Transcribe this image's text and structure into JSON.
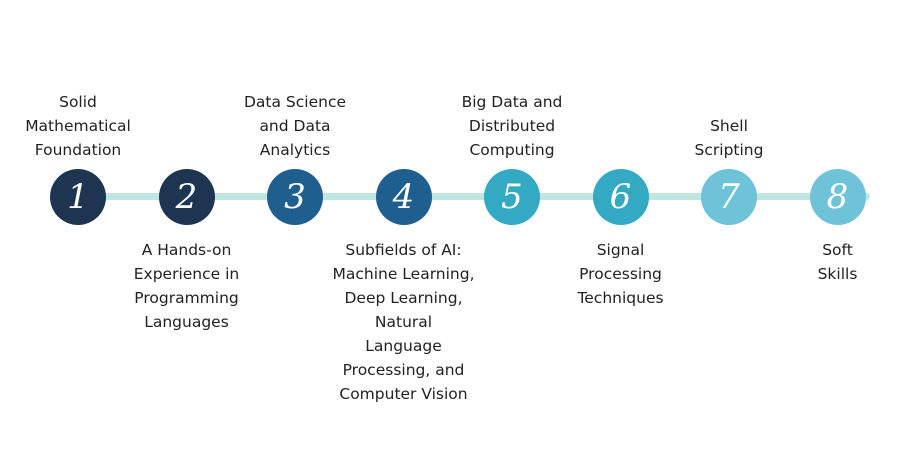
{
  "colors": {
    "connector": "#bfe6e1",
    "dark_navy": "#1d3550",
    "deep_blue": "#1f5f8f",
    "teal": "#34a9c4",
    "light_teal": "#6fc3d8"
  },
  "steps": [
    {
      "number": "1",
      "label": "Solid\nMathematical\nFoundation",
      "position": "above",
      "color": "#1d3550"
    },
    {
      "number": "2",
      "label": "A Hands-on\nExperience in\nProgramming\nLanguages",
      "position": "below",
      "color": "#1d3550"
    },
    {
      "number": "3",
      "label": "Data Science\nand Data\nAnalytics",
      "position": "above",
      "color": "#1f5f8f"
    },
    {
      "number": "4",
      "label": "Subfields of AI:\nMachine Learning,\nDeep Learning,\nNatural\nLanguage\nProcessing, and\nComputer Vision",
      "position": "below",
      "color": "#1f5f8f"
    },
    {
      "number": "5",
      "label": "Big Data and\nDistributed\nComputing",
      "position": "above",
      "color": "#34a9c4"
    },
    {
      "number": "6",
      "label": "Signal\nProcessing\nTechniques",
      "position": "below",
      "color": "#34a9c4"
    },
    {
      "number": "7",
      "label": "Shell\nScripting",
      "position": "above",
      "color": "#6fc3d8"
    },
    {
      "number": "8",
      "label": "Soft\nSkills",
      "position": "below",
      "color": "#6fc3d8"
    }
  ]
}
